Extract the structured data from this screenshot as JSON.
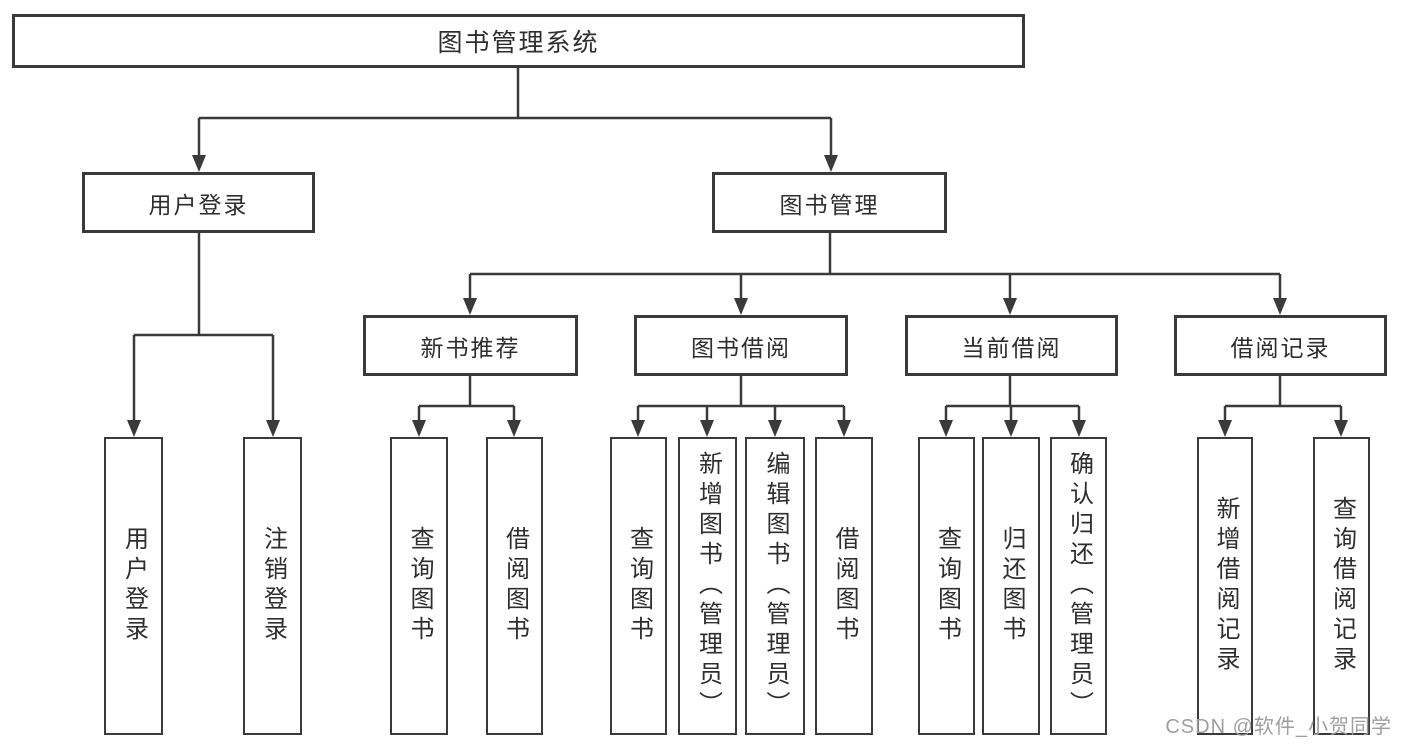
{
  "tree": {
    "label": "图书管理系统",
    "children": [
      {
        "label": "用户登录",
        "children": [
          {
            "label": "用户登录"
          },
          {
            "label": "注销登录"
          }
        ]
      },
      {
        "label": "图书管理",
        "children": [
          {
            "label": "新书推荐",
            "children": [
              {
                "label": "查询图书"
              },
              {
                "label": "借阅图书"
              }
            ]
          },
          {
            "label": "图书借阅",
            "children": [
              {
                "label": "查询图书"
              },
              {
                "label": "新增图书（管理员）"
              },
              {
                "label": "编辑图书（管理员）"
              },
              {
                "label": "借阅图书"
              }
            ]
          },
          {
            "label": "当前借阅",
            "children": [
              {
                "label": "查询图书"
              },
              {
                "label": "归还图书"
              },
              {
                "label": "确认归还（管理员）"
              }
            ]
          },
          {
            "label": "借阅记录",
            "children": [
              {
                "label": "新增借阅记录"
              },
              {
                "label": "查询借阅记录"
              }
            ]
          }
        ]
      }
    ]
  },
  "watermark": {
    "text": "CSDN @软件_小贺同学"
  },
  "colors": {
    "line": "#3a3a3a",
    "text": "#2e2e2e",
    "background": "#ffffff",
    "watermark": "#9e9e9e"
  }
}
